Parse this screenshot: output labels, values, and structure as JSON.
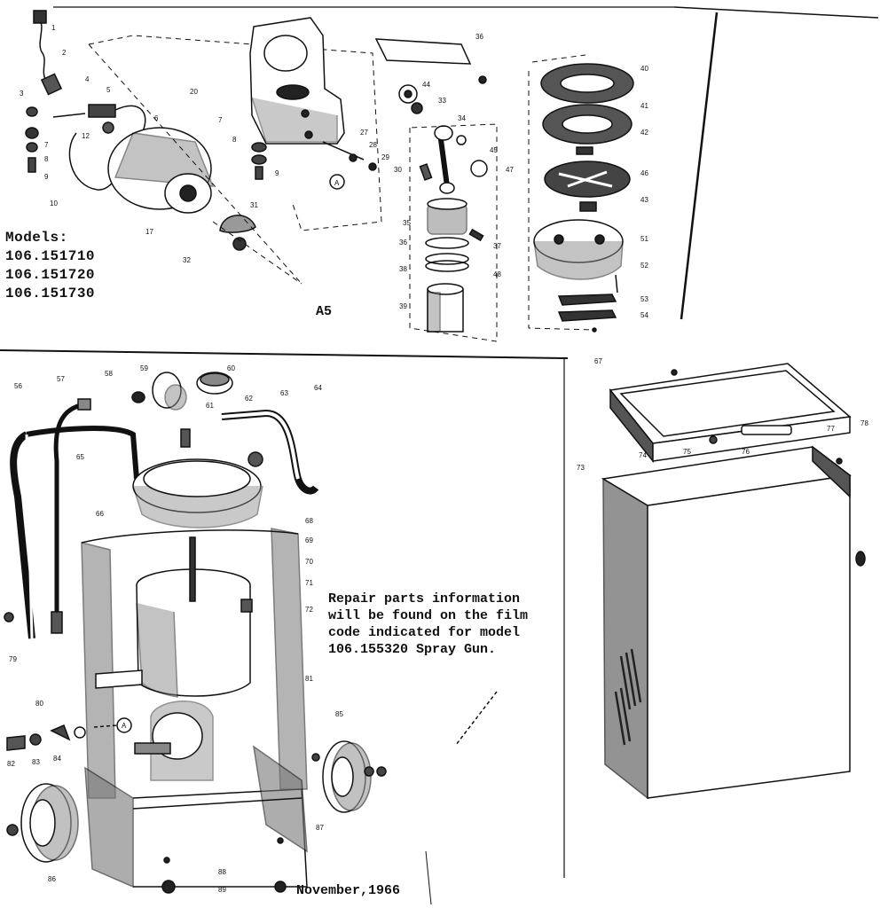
{
  "models": {
    "heading": "Models:",
    "list": [
      "106.151710",
      "106.151720",
      "106.151730"
    ]
  },
  "section_label": "A5",
  "note": {
    "lines": [
      "Repair parts information",
      "will be found on the film",
      "code indicated for model",
      "106.155320 Spray Gun."
    ]
  },
  "date": "November,1966",
  "callouts": {
    "top": [
      "1",
      "2",
      "3",
      "4",
      "5",
      "6",
      "7",
      "8",
      "9",
      "10",
      "12",
      "17",
      "20",
      "7",
      "8",
      "9",
      "36",
      "27",
      "28",
      "29",
      "30",
      "31",
      "32",
      "33",
      "34",
      "35",
      "36",
      "37",
      "38",
      "39",
      "40",
      "41",
      "42",
      "43",
      "44",
      "45",
      "46",
      "47",
      "48",
      "51",
      "52",
      "53",
      "54",
      "A"
    ],
    "bottom": [
      "56",
      "57",
      "58",
      "59",
      "60",
      "61",
      "62",
      "63",
      "64",
      "65",
      "66",
      "67",
      "68",
      "69",
      "70",
      "71",
      "72",
      "73",
      "74",
      "75",
      "76",
      "77",
      "78",
      "79",
      "80",
      "81",
      "82",
      "83",
      "84",
      "85",
      "86",
      "87",
      "88",
      "89",
      "A"
    ]
  }
}
